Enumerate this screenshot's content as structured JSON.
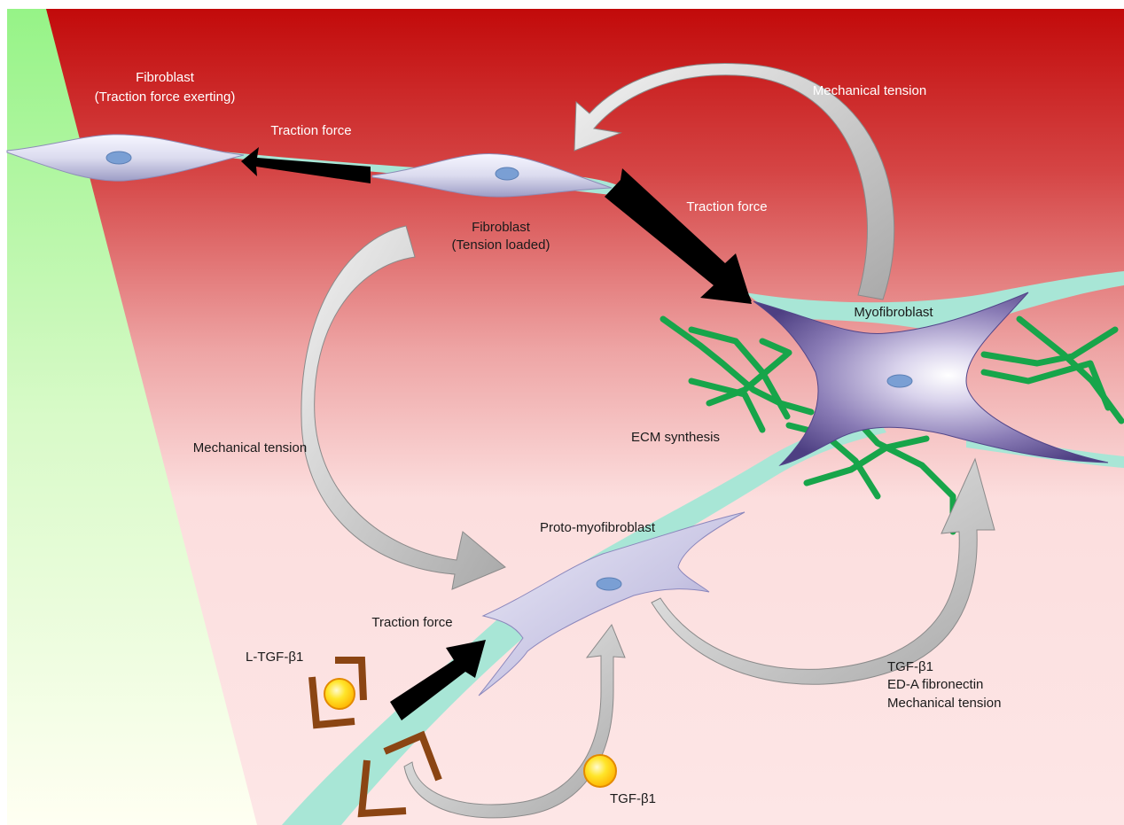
{
  "colors": {
    "background_top": "#c20a0a",
    "background_bottom": "#fde4e4",
    "left_panel_top": "#9af58a",
    "left_panel_bottom": "#fffff2",
    "matrix_fiber": "#a8e6d6",
    "ecm_fiber": "#17a54a",
    "cell_body": "#c8c8e4",
    "myofibroblast_body": "#6a5a98",
    "nucleus": "#7a9fd4",
    "tension_arrow": "#c8c8c8",
    "traction_arrow": "#000000",
    "latent_complex": "#8b4513",
    "tgf_ball": "#ffd400"
  },
  "cells": {
    "fibroblast_exerting": {
      "label": "Fibroblast",
      "sublabel": "(Traction force exerting)"
    },
    "fibroblast_loaded": {
      "label": "Fibroblast",
      "sublabel": "(Tension loaded)"
    },
    "myofibroblast": {
      "label": "Myofibroblast"
    },
    "proto_myofibroblast": {
      "label": "Proto-myofibroblast"
    }
  },
  "arrows": {
    "traction_force_top": "Traction force",
    "traction_force_right": "Traction force",
    "traction_force_bottom": "Traction force",
    "mechanical_tension_top": "Mechanical tension",
    "mechanical_tension_left": "Mechanical tension"
  },
  "labels": {
    "ecm_synthesis": "ECM synthesis",
    "latent_tgf": "L-TGF-β1",
    "active_tgf": "TGF-β1",
    "factors": [
      "TGF-β1",
      "ED-A fibronectin",
      "Mechanical tension"
    ]
  }
}
